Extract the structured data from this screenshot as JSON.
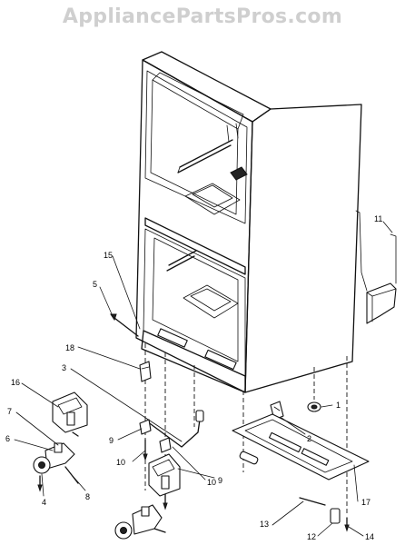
{
  "watermark": "AppliancePartsPros.com",
  "callouts": {
    "c1": "1",
    "c2": "2",
    "c3": "3",
    "c4": "4",
    "c5": "5",
    "c6": "6",
    "c7": "7",
    "c8": "8",
    "c9a": "9",
    "c9b": "9",
    "c10a": "10",
    "c10b": "10",
    "c11": "11",
    "c12": "12",
    "c13": "13",
    "c14": "14",
    "c15": "15",
    "c16": "16",
    "c17": "17",
    "c18": "18"
  }
}
